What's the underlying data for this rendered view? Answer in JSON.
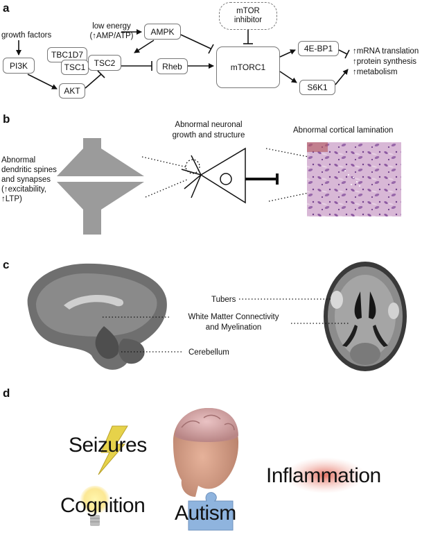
{
  "panels": {
    "a": {
      "label": "a",
      "growth_factors": "growth factors",
      "low_energy": "low energy",
      "amp_atp": "(↑AMP/ATP)",
      "pi3k": "PI3K",
      "akt": "AKT",
      "tbc1d7": "TBC1D7",
      "tsc1": "TSC1",
      "tsc2": "TSC2",
      "ampk": "AMPK",
      "rheb": "Rheb",
      "mtorc1": "mTORC1",
      "mtor_inhibitor_1": "mTOR",
      "mtor_inhibitor_2": "inhibitor",
      "ebp1": "4E-BP1",
      "s6k1": "S6K1",
      "outputs": [
        "↑mRNA translation",
        "↑protein synthesis",
        "↑metabolism"
      ]
    },
    "b": {
      "label": "b",
      "neuronal_1": "Abnormal neuronal",
      "neuronal_2": "growth and structure",
      "cortical": "Abnormal cortical lamination",
      "dendritic": [
        "Abnormal",
        "dendritic spines",
        "and synapses",
        "(↑excitability,",
        "↑LTP)"
      ]
    },
    "c": {
      "label": "c",
      "tubers": "Tubers",
      "white_matter_1": "White Matter Connectivity",
      "white_matter_2": "and Myelination",
      "cerebellum": "Cerebellum"
    },
    "d": {
      "label": "d",
      "seizures": "Seizures",
      "cognition": "Cognition",
      "autism": "Autism",
      "inflammation": "Inflammation"
    }
  }
}
